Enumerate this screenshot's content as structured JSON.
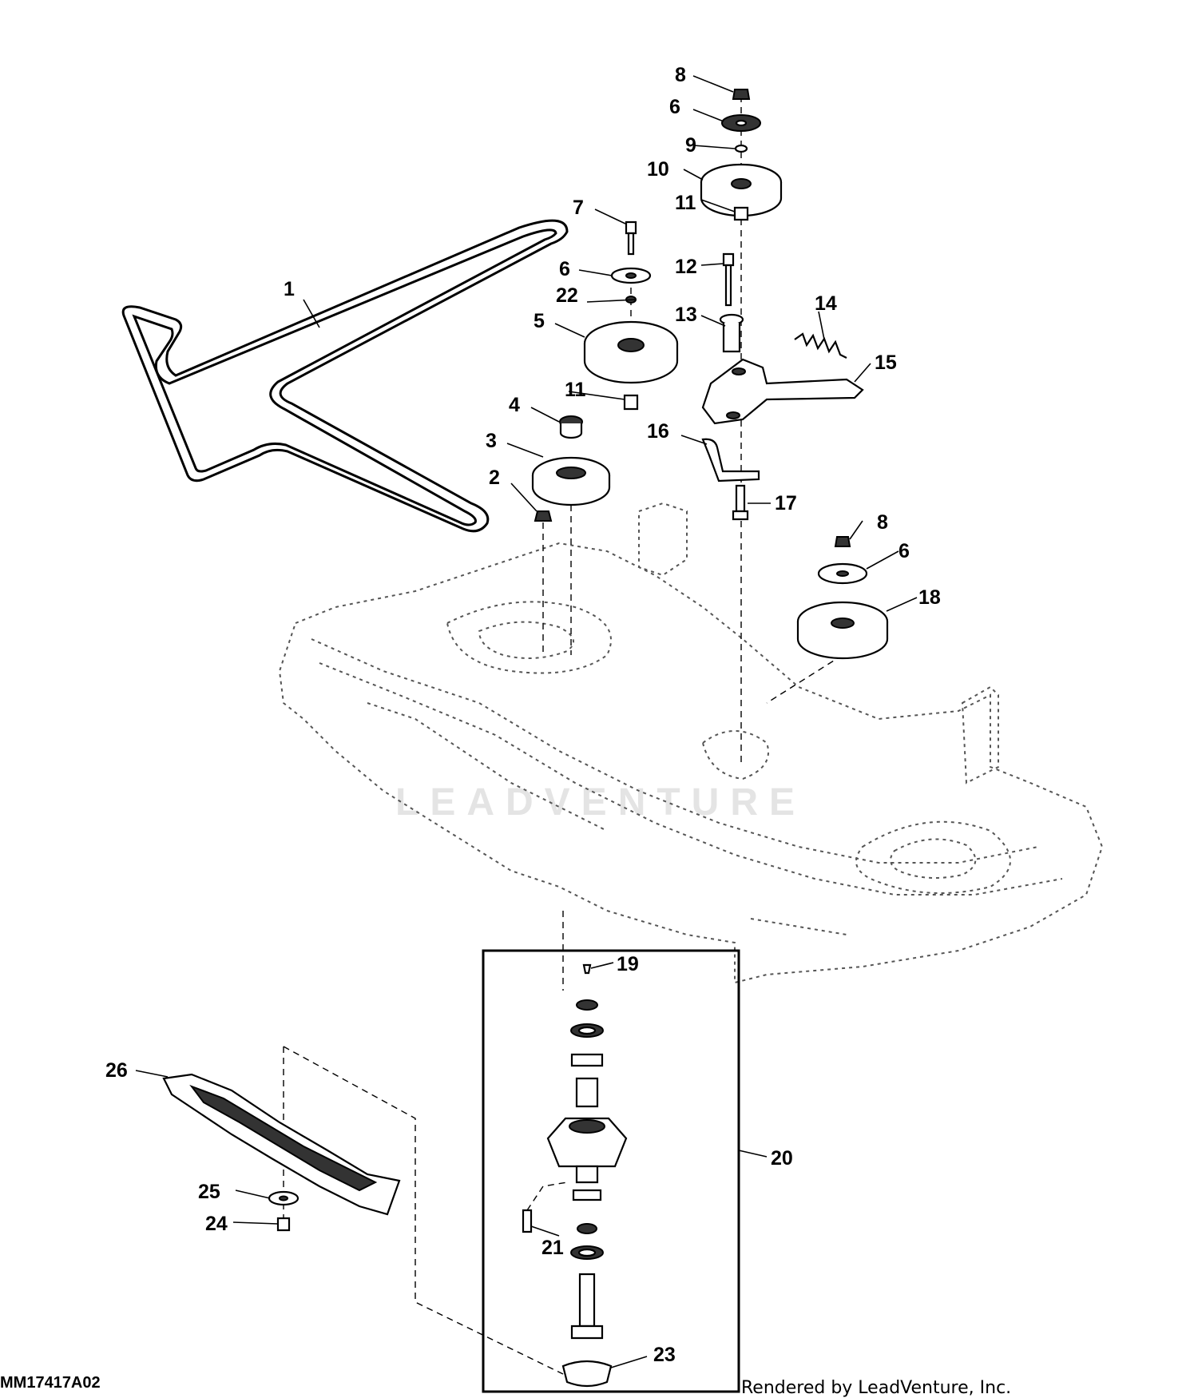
{
  "figure_id": "MM17417A02",
  "credit": "Rendered by LeadVenture, Inc.",
  "watermark": "LEADVENTURE",
  "callouts": {
    "c1": "1",
    "c2": "2",
    "c3": "3",
    "c4": "4",
    "c5": "5",
    "c6a": "6",
    "c6b": "6",
    "c6c": "6",
    "c7": "7",
    "c8a": "8",
    "c8b": "8",
    "c9": "9",
    "c10": "10",
    "c11a": "11",
    "c11b": "11",
    "c12": "12",
    "c13": "13",
    "c14": "14",
    "c15": "15",
    "c16": "16",
    "c17": "17",
    "c18": "18",
    "c19": "19",
    "c20": "20",
    "c21": "21",
    "c22": "22",
    "c23": "23",
    "c24": "24",
    "c25": "25",
    "c26": "26"
  }
}
